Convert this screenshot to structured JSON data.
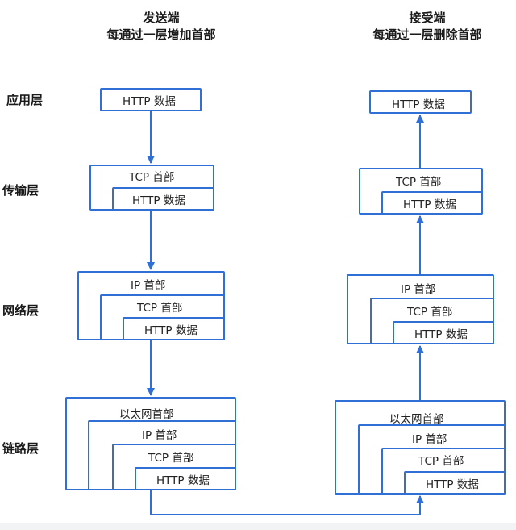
{
  "sender": {
    "title_line1": "发送端",
    "title_line2": "每通过一层增加首部"
  },
  "receiver": {
    "title_line1": "接受端",
    "title_line2": "每通过一层删除首部"
  },
  "layers": {
    "application": "应用层",
    "transport": "传输层",
    "network": "网络层",
    "link": "链路层"
  },
  "labels": {
    "http_data": "HTTP 数据",
    "tcp_header": "TCP 首部",
    "ip_header": "IP 首部",
    "ethernet_header": "以太网首部"
  },
  "colors": {
    "accent": "#2f6fd6"
  }
}
